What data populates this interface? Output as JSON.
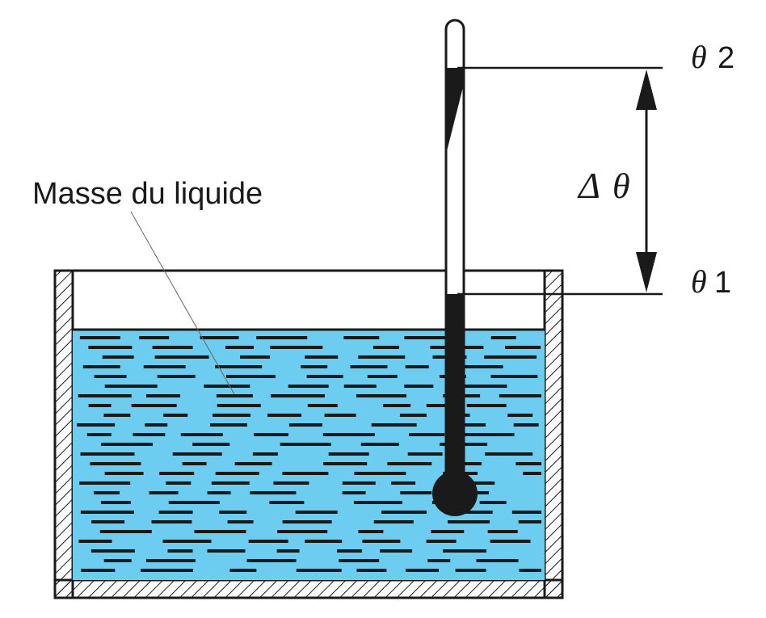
{
  "labels": {
    "liquid_mass": "Masse du liquide",
    "theta2_symbol": "θ",
    "theta2_index": "2",
    "theta1_symbol": "θ",
    "theta1_index": "1",
    "delta_symbol": "Δ",
    "delta_theta_symbol": "θ"
  },
  "colors": {
    "liquid": "#6ccdf1",
    "ink": "#1a1a1a",
    "background": "#ffffff"
  }
}
